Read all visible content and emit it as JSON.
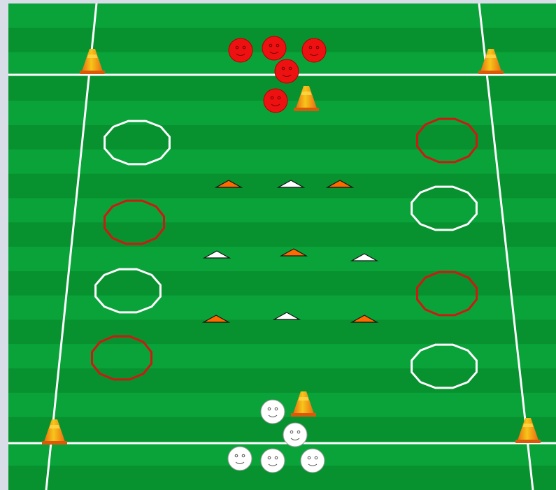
{
  "colors": {
    "frame": "#d9dde8",
    "grass_light": "#0aa33a",
    "grass_dark": "#07922f",
    "line": "#ffffff",
    "team_red": "#ee1111",
    "team_white": "#ffffff",
    "hoop_red": "#cc1a10",
    "hoop_white": "#ffffff",
    "marker_orange": "#ff6a00",
    "marker_white": "#ffffff",
    "cone_yellow": "#f6c61a",
    "cone_orange": "#ee6a10"
  },
  "pitch": {
    "stripes": 20
  },
  "red_team": {
    "player_count": 5,
    "icon": "red-player-icon"
  },
  "white_team": {
    "player_count": 5,
    "icon": "white-player-icon"
  },
  "hoops": {
    "red_count": 4,
    "white_count": 4,
    "icon": "hoop-icon"
  },
  "markers": {
    "orange_count": 5,
    "white_count": 4,
    "icon": "disc-marker-icon"
  },
  "cones": {
    "count": 6,
    "icon": "cone-icon"
  }
}
